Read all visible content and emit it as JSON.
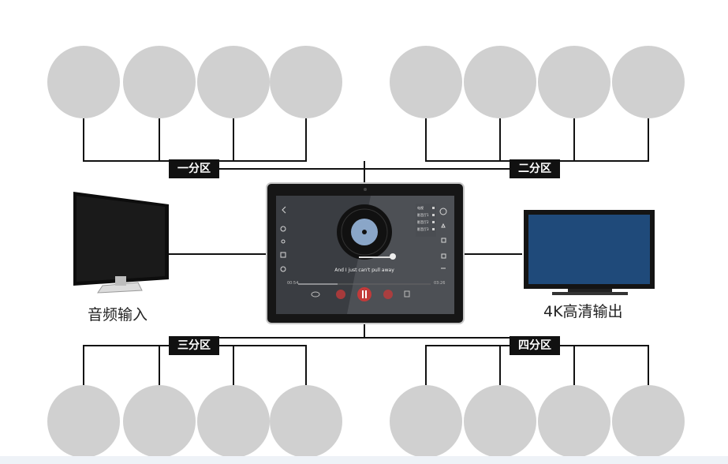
{
  "colors": {
    "speaker_fill": "#d0d0d0",
    "line": "#111111",
    "label_bg": "#111111",
    "label_text": "#ffffff",
    "monitor_screen": "#1f4a7a",
    "tablet_bezel": "#161616"
  },
  "zones": [
    {
      "id": "zone1",
      "label": "一分区",
      "position": "top-left",
      "speaker_count": 4
    },
    {
      "id": "zone2",
      "label": "二分区",
      "position": "top-right",
      "speaker_count": 4
    },
    {
      "id": "zone3",
      "label": "三分区",
      "position": "bottom-left",
      "speaker_count": 4
    },
    {
      "id": "zone4",
      "label": "四分区",
      "position": "bottom-right",
      "speaker_count": 4
    }
  ],
  "devices": {
    "audio_input": {
      "label": "音频输入",
      "icon": "computer-monitor-icon"
    },
    "hd_output": {
      "label": "4K高清输出",
      "icon": "tv-display-icon"
    }
  },
  "tablet": {
    "lyric": "And I just can't pull away",
    "time_elapsed": "00:54",
    "time_total": "03:26",
    "menu_items": [
      "电视",
      "影音厅1",
      "影音厅2",
      "影音厅3"
    ],
    "icons": [
      "back-arrow-icon",
      "bluetooth-icon",
      "volume-icon",
      "settings-icon",
      "timer-icon",
      "vinyl-record-icon",
      "previous-track-icon",
      "pause-icon",
      "next-track-icon",
      "playlist-icon",
      "loop-icon",
      "play-circle-icon",
      "share-icon",
      "heart-icon"
    ]
  }
}
